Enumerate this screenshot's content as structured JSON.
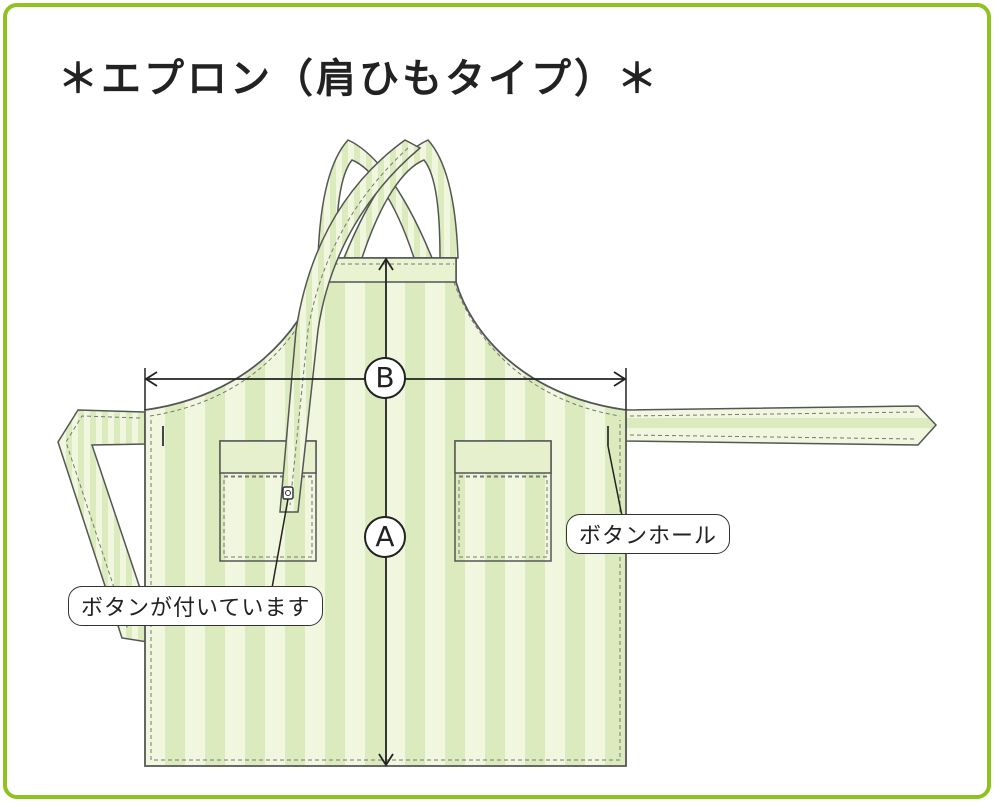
{
  "title": "＊エプロン（肩ひもタイプ）＊",
  "labels": {
    "button_attached": "ボタンが付いています",
    "buttonhole": "ボタンホール",
    "measure_a": "A",
    "measure_b": "B"
  },
  "colors": {
    "frame": "#8dc21f",
    "fabric_stripe_light": "#f1f7de",
    "fabric_stripe_dark": "#dcebbd",
    "outline": "#555555"
  }
}
